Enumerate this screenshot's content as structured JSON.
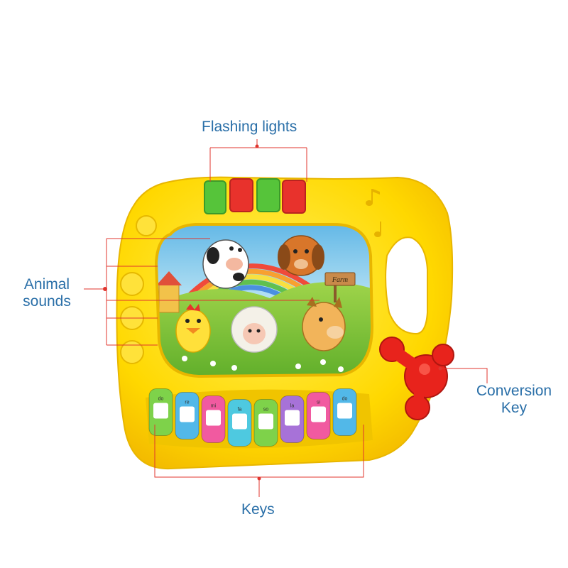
{
  "callouts": {
    "flashing_lights": "Flashing lights",
    "animal_sounds_line1": "Animal",
    "animal_sounds_line2": "sounds",
    "conversion_line1": "Conversion",
    "conversion_line2": "Key",
    "keys": "Keys"
  },
  "sign_text": "Farm",
  "key_notes": [
    "do",
    "re",
    "mi",
    "fa",
    "so",
    "la",
    "si",
    "do"
  ],
  "colors": {
    "toy_body": "#ffd800",
    "callout_line": "#e0352e",
    "callout_text": "#2a6fa8",
    "light_green": "#56c43a",
    "light_red": "#e8322c",
    "conversion_key": "#e8231c",
    "key_colors": [
      "#7ed24a",
      "#52b8e8",
      "#f15aa0",
      "#4ec9e0",
      "#7ed24a",
      "#a772d8",
      "#f15aa0",
      "#52b8e8"
    ]
  },
  "icons": [
    "music-note-icon",
    "rainbow",
    "cow",
    "dog",
    "chick",
    "sheep",
    "horse",
    "barn"
  ]
}
